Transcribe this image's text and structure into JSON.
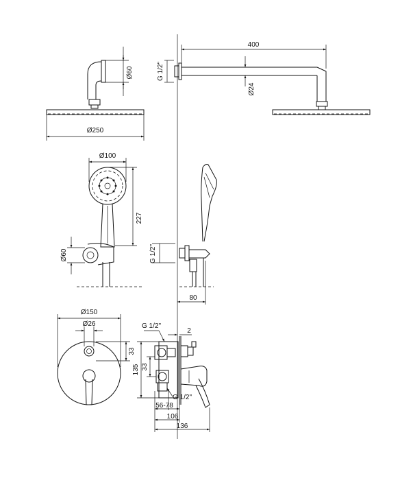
{
  "dimensions": {
    "arm_length": "400",
    "arm_diameter": "Ø24",
    "wall_connection_top": "G 1/2\"",
    "flange_diameter": "Ø60",
    "head_diameter": "Ø250",
    "hand_shower_diameter": "Ø100",
    "hand_shower_length": "227",
    "holder_diameter": "Ø60",
    "wall_connection_middle": "G 1/2\"",
    "holder_offset": "80",
    "plate_diameter": "Ø150",
    "knob_diameter": "Ø26",
    "knob_offset": "33",
    "height_135": "135",
    "height_33": "33",
    "inlet_top": "G 1/2\"",
    "gap_2": "2",
    "outlet_bottom": "G 1/2\"",
    "depth_range": "56-78",
    "depth_106": "106",
    "depth_136": "136"
  }
}
